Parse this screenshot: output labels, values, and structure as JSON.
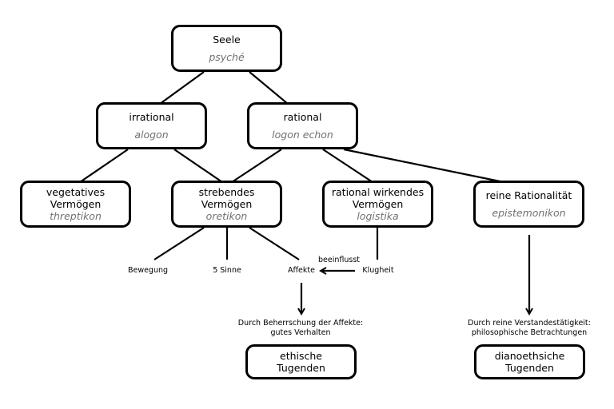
{
  "nodes": {
    "seele": {
      "label": "Seele",
      "greek": "psyché"
    },
    "irrational": {
      "label": "irrational",
      "greek": "alogon"
    },
    "rational": {
      "label": "rational",
      "greek": "logon echon"
    },
    "vegetatives": {
      "label1": "vegetatives",
      "label2": "Vermögen",
      "greek": "threptikon"
    },
    "strebendes": {
      "label1": "strebendes",
      "label2": "Vermögen",
      "greek": "oretikon"
    },
    "rational_wirkendes": {
      "label1": "rational wirkendes",
      "label2": "Vermögen",
      "greek": "logistika"
    },
    "reine": {
      "label": "reine Rationalität",
      "greek": "epistemonikon"
    },
    "ethische": {
      "label1": "ethische",
      "label2": "Tugenden"
    },
    "dianoethische": {
      "label1": "dianoethsiche",
      "label2": "Tugenden"
    }
  },
  "labels": {
    "bewegung": "Bewegung",
    "sinne": "5 Sinne",
    "affekte": "Affekte",
    "klugheit": "Klugheit",
    "beeinflusst": "beeinflusst",
    "beherrschung_1": "Durch Beherrschung der Affekte:",
    "beherrschung_2": "gutes Verhalten",
    "verstand_1": "Durch reine Verstandestätigkeit:",
    "verstand_2": "philosophische Betrachtungen"
  }
}
